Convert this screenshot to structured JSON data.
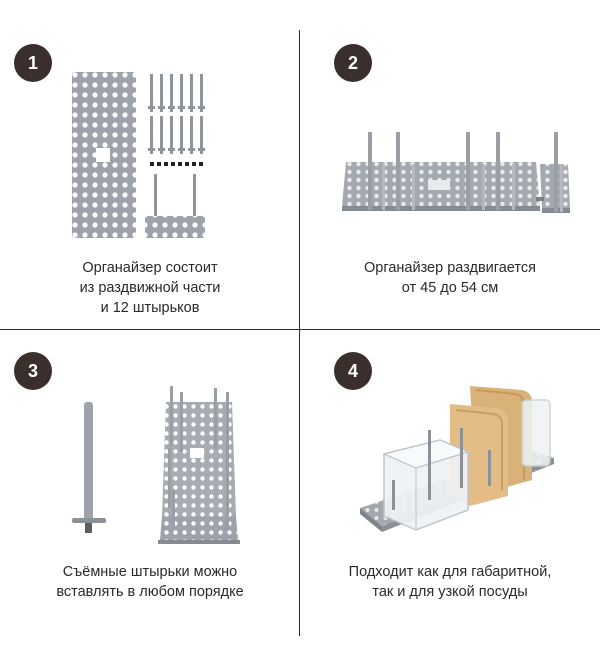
{
  "steps": [
    {
      "number": "1",
      "caption": [
        "Органайзер состоит",
        "из раздвижной части",
        "и 12 штырьков"
      ]
    },
    {
      "number": "2",
      "caption": [
        "Органайзер раздвигается",
        "от 45 до 54 см"
      ]
    },
    {
      "number": "3",
      "caption": [
        "Съёмные штырьки можно",
        "вставлять в любом порядке"
      ]
    },
    {
      "number": "4",
      "caption": [
        "Подходит как для габаритной,",
        "так и для узкой посуды"
      ]
    }
  ],
  "colors": {
    "badge": "#3a2f2c",
    "metal": "#9ea3ab",
    "divider": "#2b2b2b",
    "wood": "#e3bd85"
  }
}
